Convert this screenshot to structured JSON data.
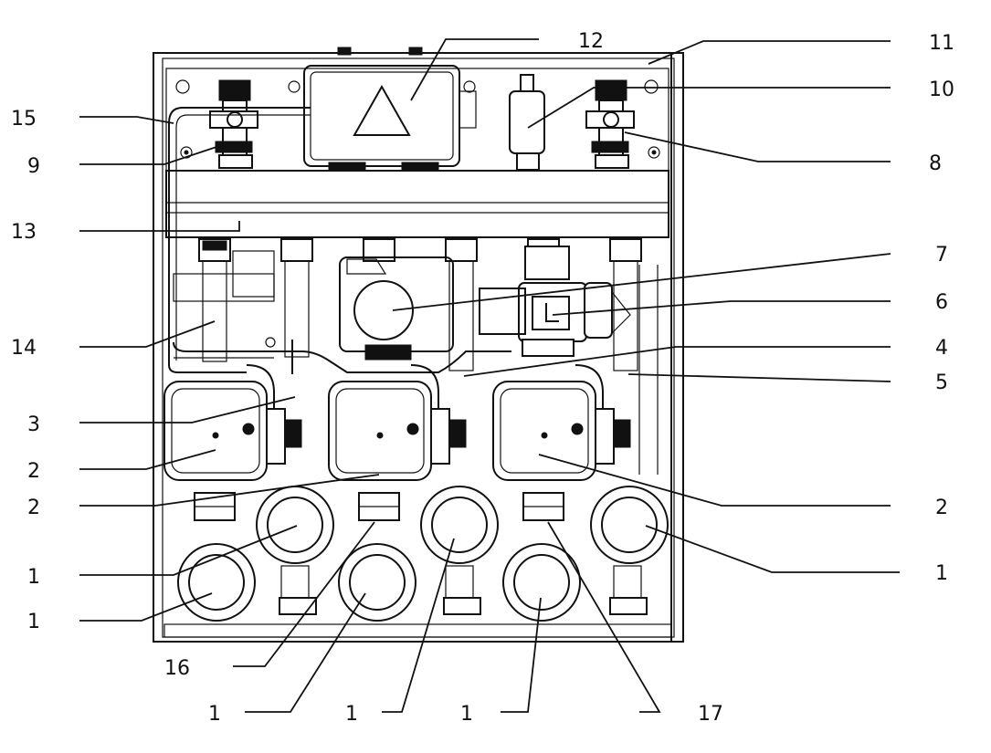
{
  "callouts": {
    "c1_left_a": "1",
    "c1_left_b": "1",
    "c1_right": "1",
    "c1_bottom_a": "1",
    "c1_bottom_b": "1",
    "c1_bottom_c": "1",
    "c2_left_a": "2",
    "c2_left_b": "2",
    "c2_right": "2",
    "c3": "3",
    "c4": "4",
    "c5": "5",
    "c6": "6",
    "c7": "7",
    "c8": "8",
    "c9": "9",
    "c10": "10",
    "c11": "11",
    "c12": "12",
    "c13": "13",
    "c14": "14",
    "c15": "15",
    "c16": "16",
    "c17": "17"
  }
}
